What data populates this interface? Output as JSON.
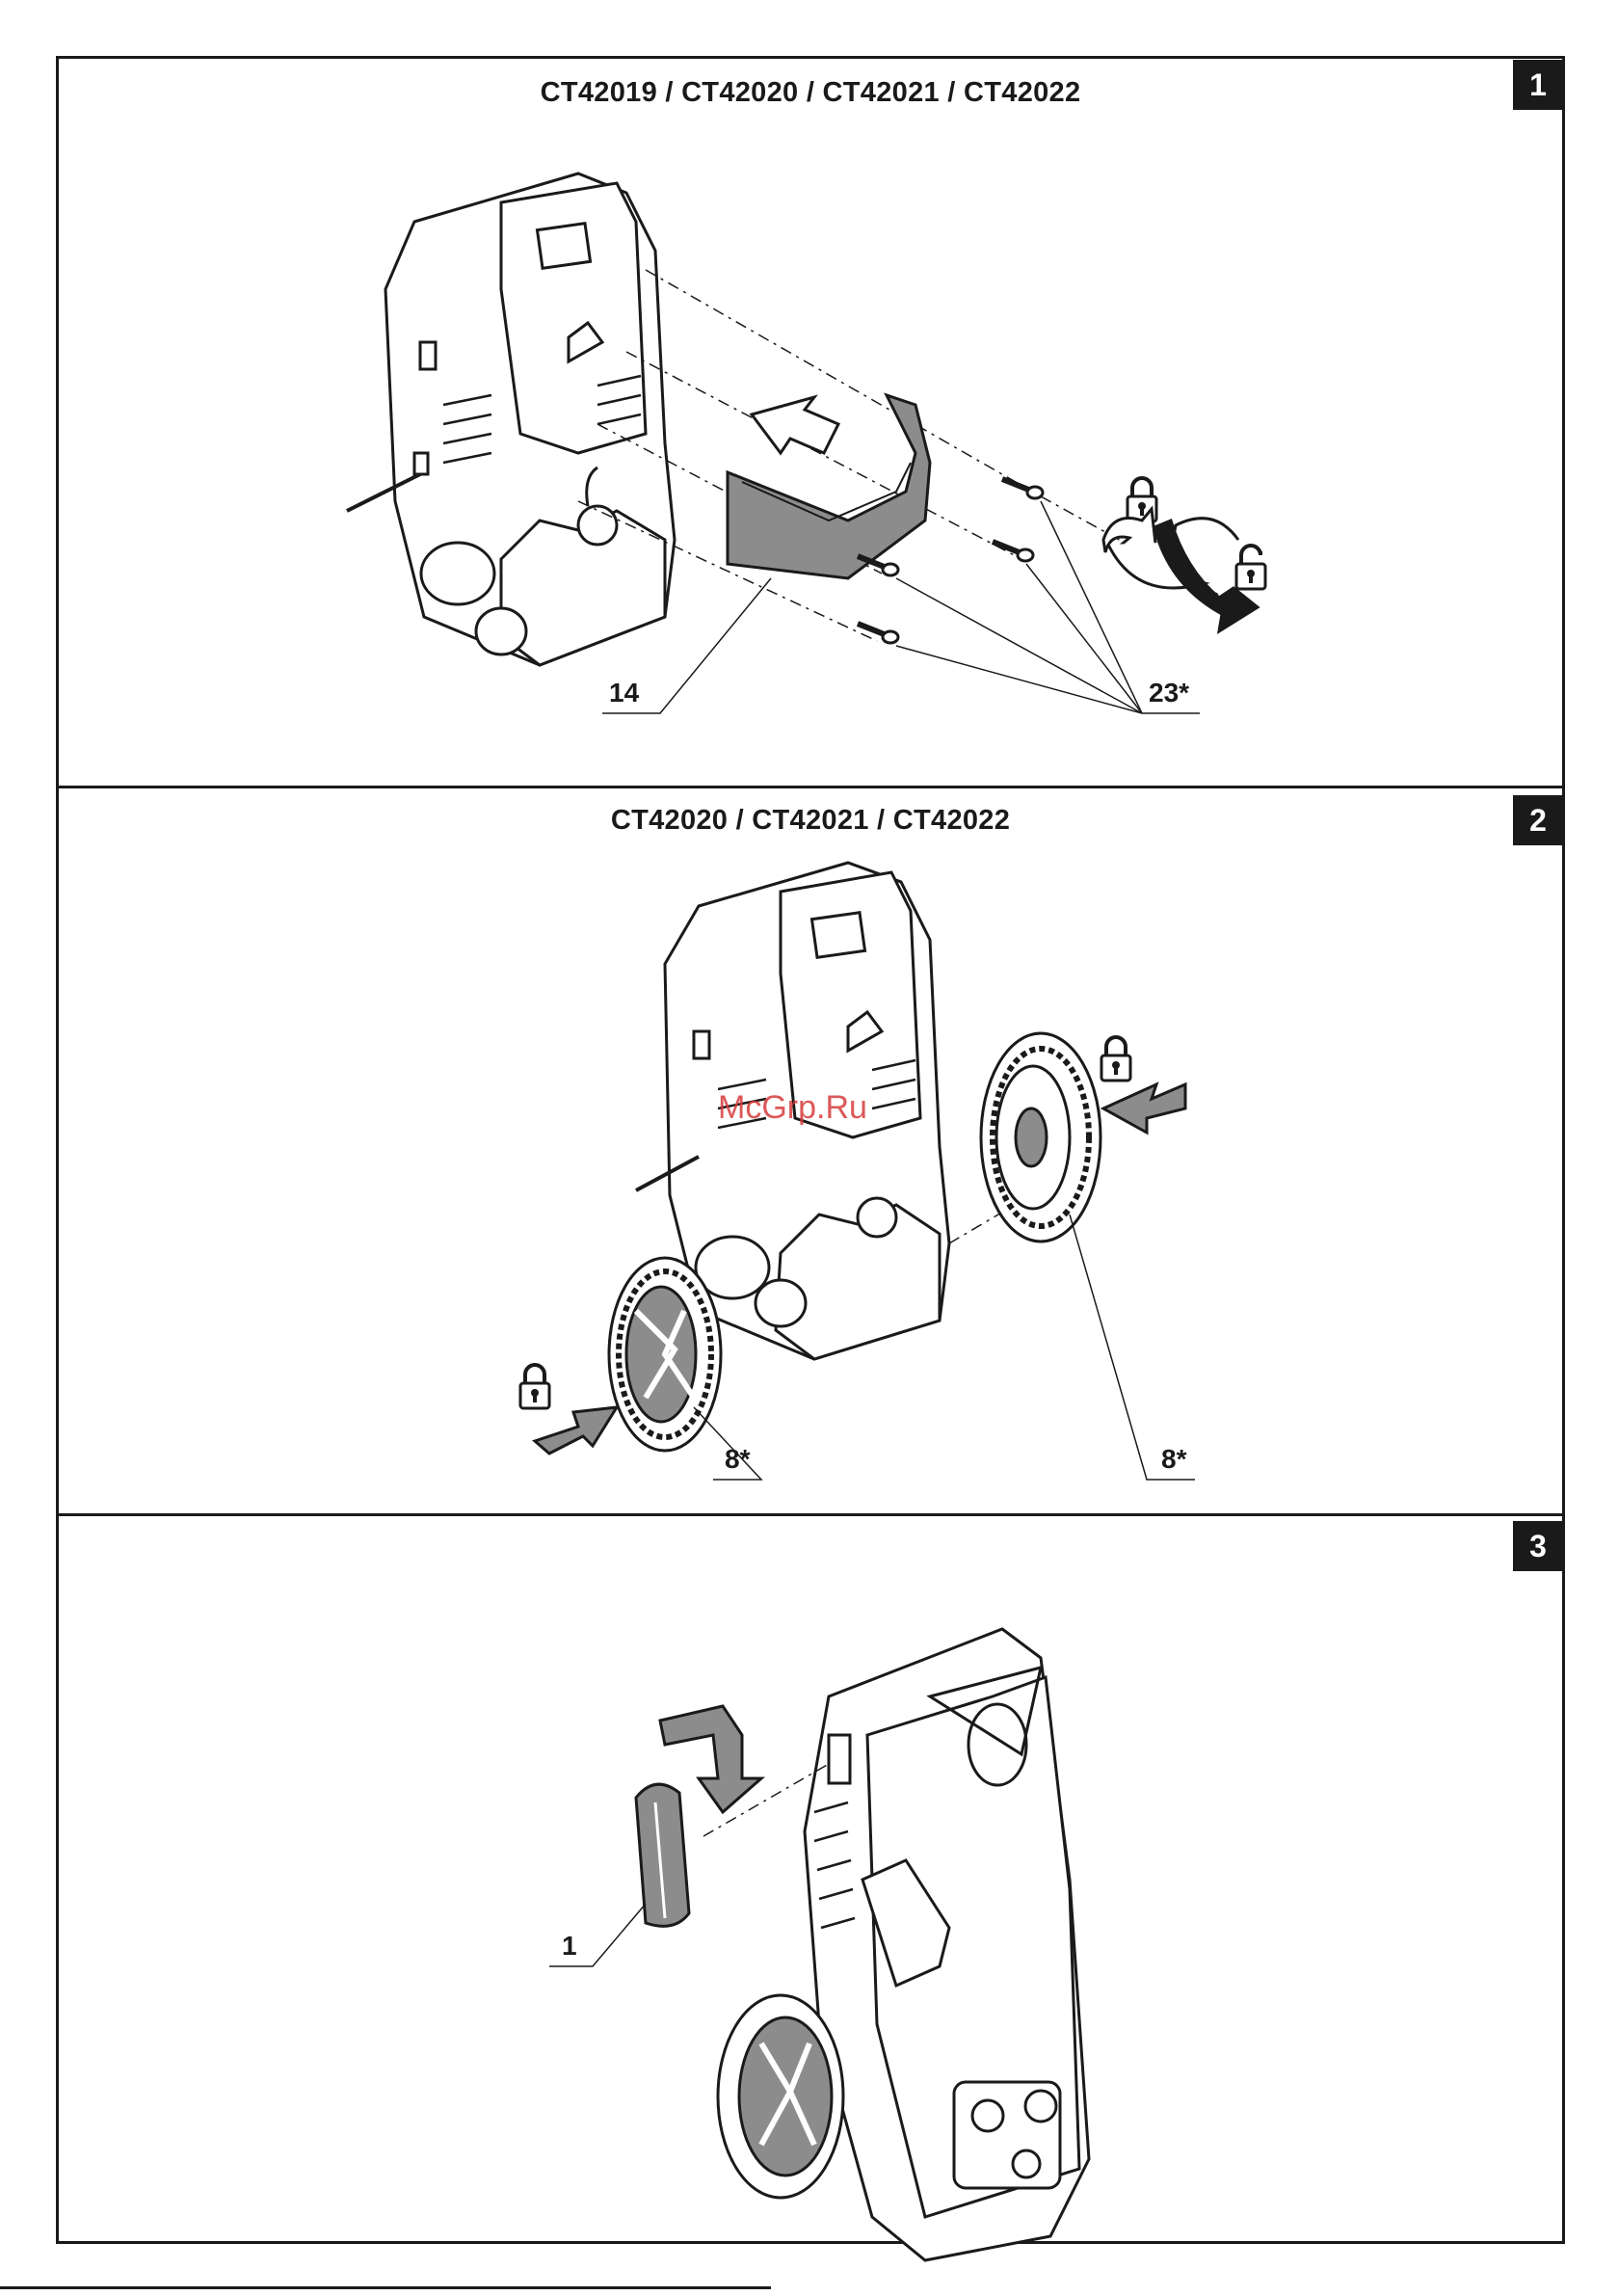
{
  "panels": [
    {
      "number": "1",
      "title": "CT42019 / CT42020 / CT42021 / CT42022",
      "callouts": [
        "14",
        "23*"
      ]
    },
    {
      "number": "2",
      "title": "CT42020 / CT42021 / CT42022",
      "callouts": [
        "8*",
        "8*"
      ]
    },
    {
      "number": "3",
      "title": "",
      "callouts": [
        "1"
      ]
    }
  ],
  "watermark": "McGrp.Ru",
  "colors": {
    "line": "#1a1a1a",
    "fill_gray": "#8c8c8c",
    "watermark": "#d63c3c"
  }
}
